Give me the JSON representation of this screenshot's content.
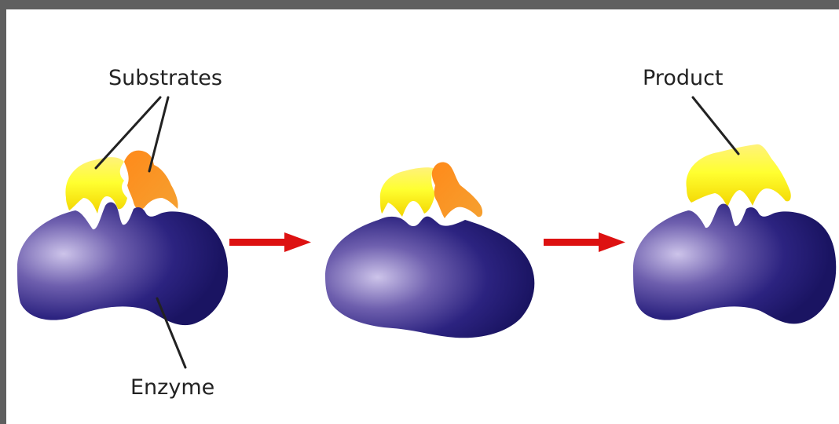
{
  "diagram": {
    "labels": {
      "substrates": "Substrates",
      "enzyme": "Enzyme",
      "product": "Product"
    },
    "colors": {
      "background_frame": "#5f5f5f",
      "panel": "#ffffff",
      "enzyme_dark": "#1c1666",
      "enzyme_light": "#c3b9e4",
      "substrate_yellow": "#ffff22",
      "substrate_orange": "#f7941d",
      "arrow": "#dd1111",
      "leader_line": "#222222"
    },
    "stages": [
      "enzyme-substrate-separate",
      "enzyme-substrate-complex",
      "enzyme-product-release"
    ],
    "arrows": 2
  }
}
